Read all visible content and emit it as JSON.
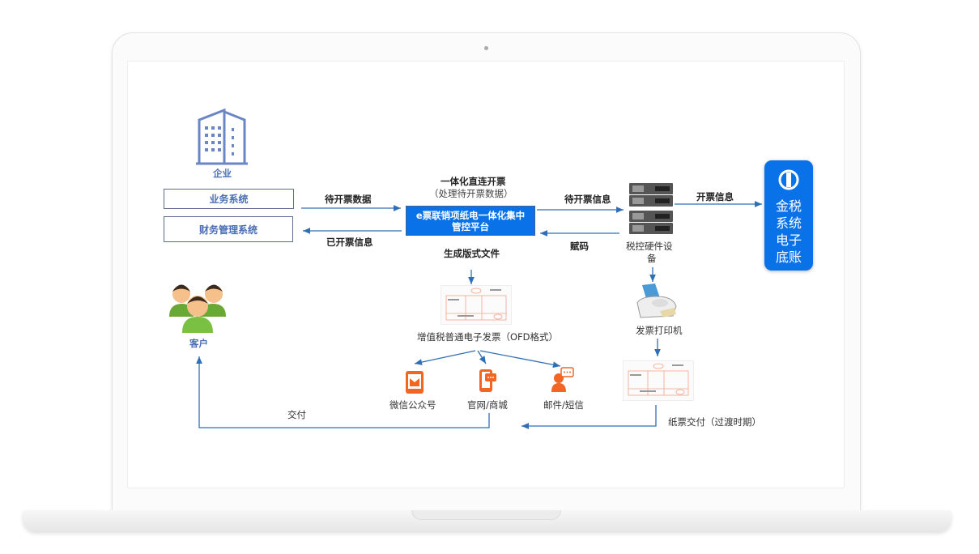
{
  "enterprise": {
    "label": "企业",
    "systems": [
      "业务系统",
      "财务管理系统"
    ]
  },
  "customer": {
    "label": "客户"
  },
  "arrows": {
    "pending_data": "待开票数据",
    "issued_info": "已开票信息",
    "pending_info": "待开票信息",
    "code_assign": "赋码",
    "invoice_info": "开票信息",
    "generate_file": "生成版式文件",
    "delivery": "交付",
    "paper_delivery": "纸票交付（过渡时期）"
  },
  "platform": {
    "title": "一体化直连开票",
    "subtitle": "（处理待开票数据）",
    "name_line1": "e票联销项纸电一体化集中",
    "name_line2": "管控平台"
  },
  "tax_device": {
    "line1": "税控硬件设",
    "line2": "备"
  },
  "golden_tax": {
    "lines": [
      "金税",
      "系统",
      "电子",
      "底账"
    ]
  },
  "e_invoice": {
    "label": "增值税普通电子发票（OFD格式）"
  },
  "channels": [
    {
      "label": "微信公众号",
      "icon": "phone-mail-icon"
    },
    {
      "label": "官网/商城",
      "icon": "phone-chat-icon"
    },
    {
      "label": "邮件/短信",
      "icon": "person-chat-icon"
    }
  ],
  "printer": {
    "label": "发票打印机"
  },
  "colors": {
    "accent": "#0a72e8",
    "arrow": "#2f6fb8",
    "orange": "#f26522",
    "building": "#6b86c4"
  }
}
